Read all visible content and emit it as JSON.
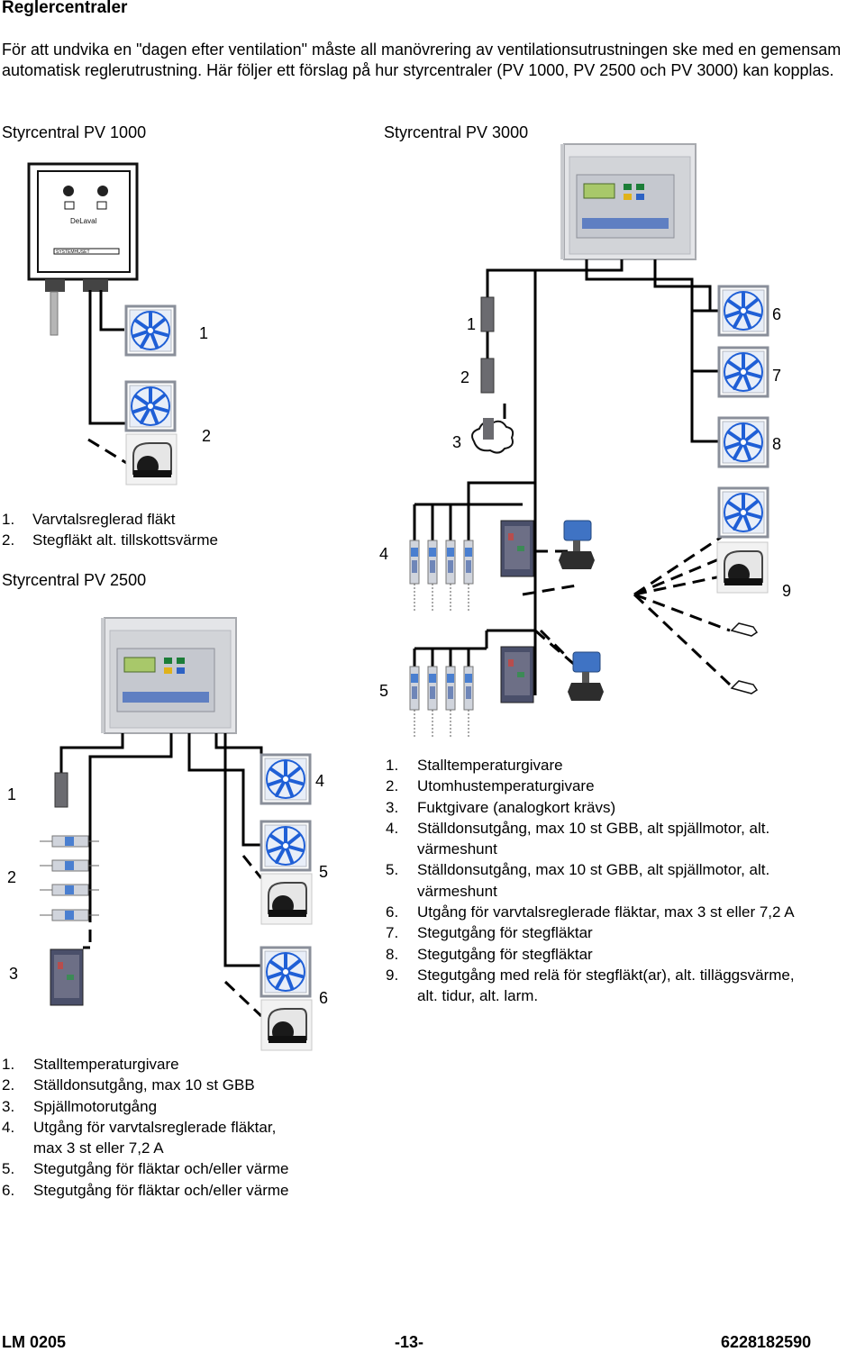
{
  "heading": "Reglercentraler",
  "intro": "För att undvika en \"dagen efter ventilation\" måste all manövrering av ventilationsutrustningen ske med en gemensam automatisk reglerutrustning. Här följer ett förslag på hur styrcentraler (PV 1000, PV 2500 och PV 3000) kan kopplas.",
  "pv1000": {
    "heading": "Styrcentral PV 1000",
    "unit_label": "SYSTEMHUSET",
    "brand_label": "DeLaval",
    "numbers": [
      "1",
      "2"
    ],
    "legend": [
      {
        "n": "1.",
        "text": "Varvtalsreglerad fläkt"
      },
      {
        "n": "2.",
        "text": "Stegfläkt alt. tillskottsvärme"
      }
    ]
  },
  "pv3000": {
    "heading": "Styrcentral PV 3000",
    "left_numbers": [
      "1",
      "2",
      "3"
    ],
    "right_numbers": [
      "6",
      "7",
      "8"
    ],
    "mid_numbers": [
      "4",
      "5",
      "9"
    ],
    "legend": [
      {
        "n": "1.",
        "text": "Stalltemperaturgivare"
      },
      {
        "n": "2.",
        "text": "Utomhustemperaturgivare"
      },
      {
        "n": "3.",
        "text": "Fuktgivare (analogkort krävs)"
      },
      {
        "n": "4.",
        "text": "Ställdonsutgång, max 10 st GBB, alt spjällmotor, alt.",
        "cont": "värmeshunt"
      },
      {
        "n": "5.",
        "text": "Ställdonsutgång, max 10 st GBB, alt spjällmotor, alt.",
        "cont": "värmeshunt"
      },
      {
        "n": "6.",
        "text": "Utgång för varvtalsreglerade fläktar, max 3 st eller 7,2 A"
      },
      {
        "n": "7.",
        "text": "Stegutgång för stegfläktar"
      },
      {
        "n": "8.",
        "text": "Stegutgång för stegfläktar"
      },
      {
        "n": "9.",
        "text": "Stegutgång med relä för stegfläkt(ar), alt. tilläggsvärme,",
        "cont": "alt. tidur, alt. larm."
      }
    ]
  },
  "pv2500": {
    "heading": "Styrcentral PV 2500",
    "left_numbers": [
      "1",
      "2",
      "3"
    ],
    "right_numbers": [
      "4",
      "5",
      "6"
    ],
    "legend": [
      {
        "n": "1.",
        "text": "Stalltemperaturgivare"
      },
      {
        "n": "2.",
        "text": "Ställdonsutgång, max 10 st GBB"
      },
      {
        "n": "3.",
        "text": "Spjällmotorutgång"
      },
      {
        "n": "4.",
        "text": "Utgång för varvtalsreglerade fläktar,",
        "cont": "max 3 st eller 7,2 A"
      },
      {
        "n": "5.",
        "text": "Stegutgång för fläktar och/eller värme"
      },
      {
        "n": "6.",
        "text": "Stegutgång för fläktar och/eller värme"
      }
    ]
  },
  "footer": {
    "left": "LM 0205",
    "center": "-13-",
    "right": "6228182590"
  },
  "colors": {
    "fan_blue": "#1f5fd6",
    "fan_frame": "#8a8f9a",
    "box_gray": "#d9dadd",
    "display_green": "#a8c86a"
  }
}
